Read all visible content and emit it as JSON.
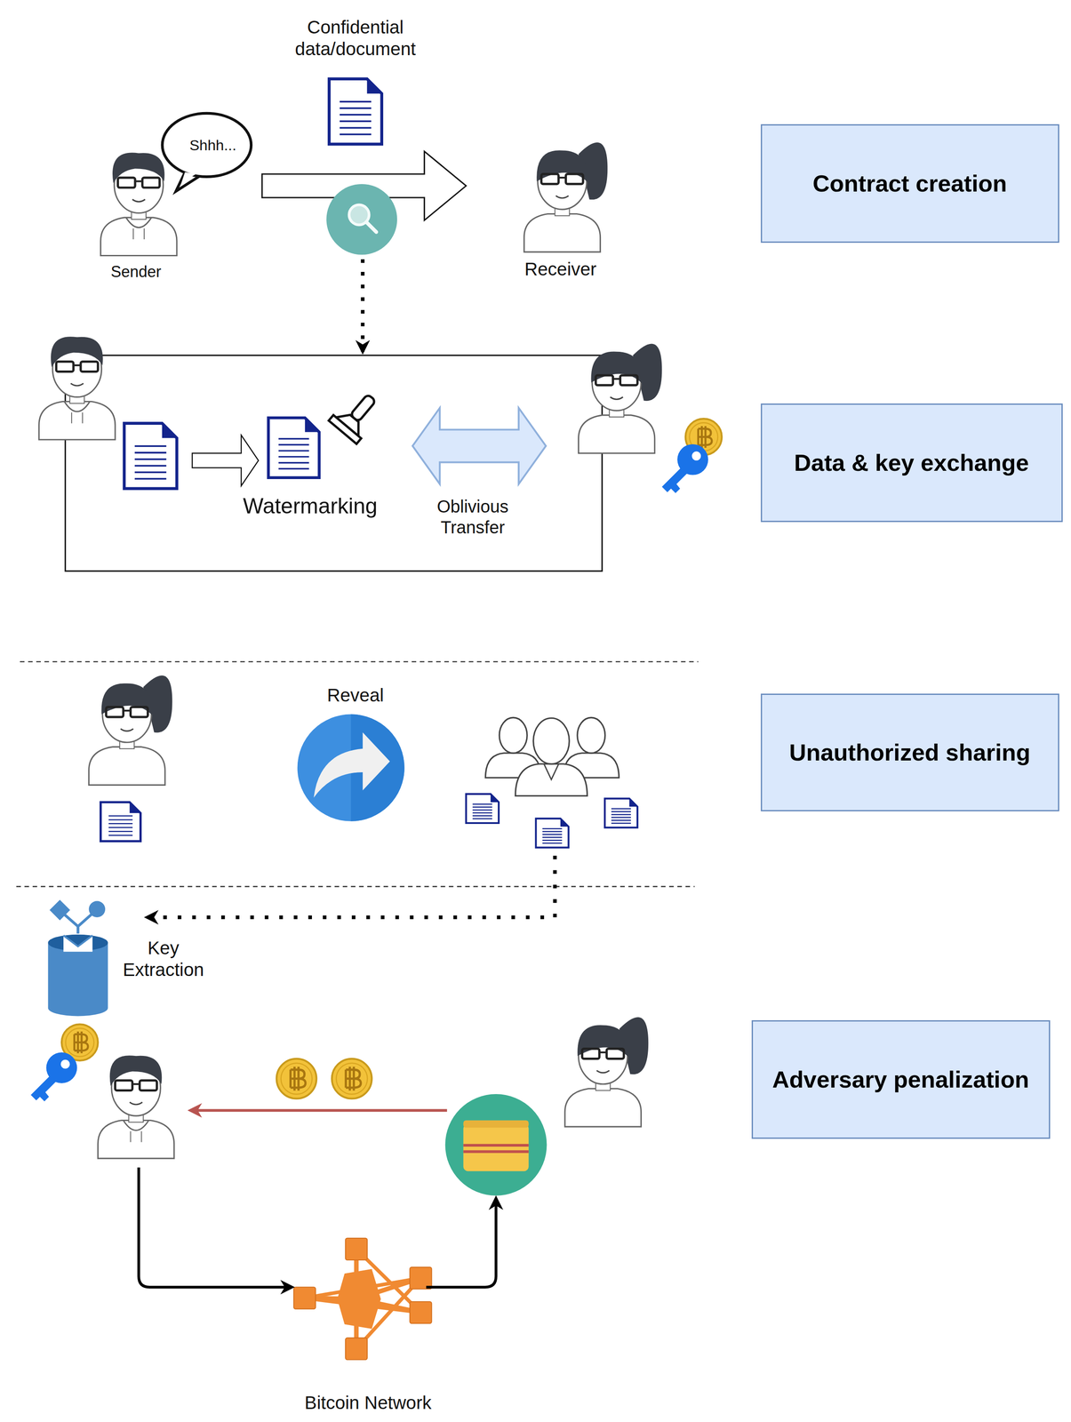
{
  "diagram": {
    "nodes": [
      {
        "text": [
          "Contract creation"
        ]
      },
      {
        "text": [
          "Data & key exchange"
        ]
      },
      {
        "text": [
          "Unauthorized sharing"
        ]
      },
      {
        "text": [
          "Adversary penalization"
        ]
      }
    ],
    "labels": [
      "Confidential data/document",
      "Shhh...",
      "Sender",
      "Receiver",
      "Watermarking",
      "Oblivious Transfer",
      "Reveal",
      "Key Extraction",
      "Bitcoin Network"
    ]
  }
}
